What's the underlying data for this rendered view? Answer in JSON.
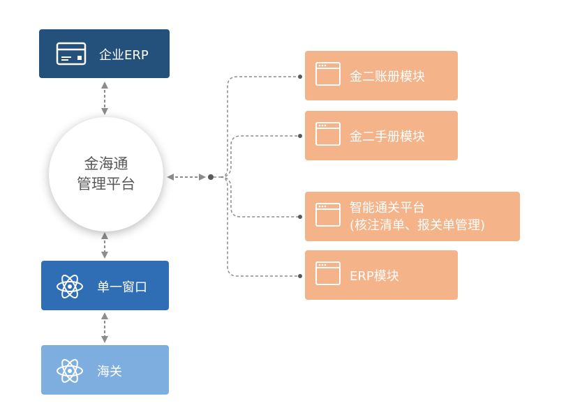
{
  "diagram": {
    "platform": {
      "line1": "金海通",
      "line2": "管理平台"
    },
    "enterprise_erp": {
      "label": "企业ERP",
      "icon": "credit-card-icon"
    },
    "single_window": {
      "label": "单一窗口",
      "icon": "atom-icon"
    },
    "customs": {
      "label": "海关",
      "icon": "atom-icon"
    },
    "modules": [
      {
        "line1": "金二账册模块",
        "line2": "",
        "icon": "browser-window-icon"
      },
      {
        "line1": "金二手册模块",
        "line2": "",
        "icon": "browser-window-icon"
      },
      {
        "line1": "智能通关平台",
        "line2": "(核注清单、报关单管理)",
        "icon": "browser-window-icon"
      },
      {
        "line1": "ERP模块",
        "line2": "",
        "icon": "browser-window-icon"
      }
    ]
  },
  "colors": {
    "erp_box": "#24507c",
    "single_window_box": "#2f6eb4",
    "customs_box": "#7eaedf",
    "module_box": "#f5b38a",
    "platform_text": "#595959",
    "connector": "#8c8c8c"
  }
}
